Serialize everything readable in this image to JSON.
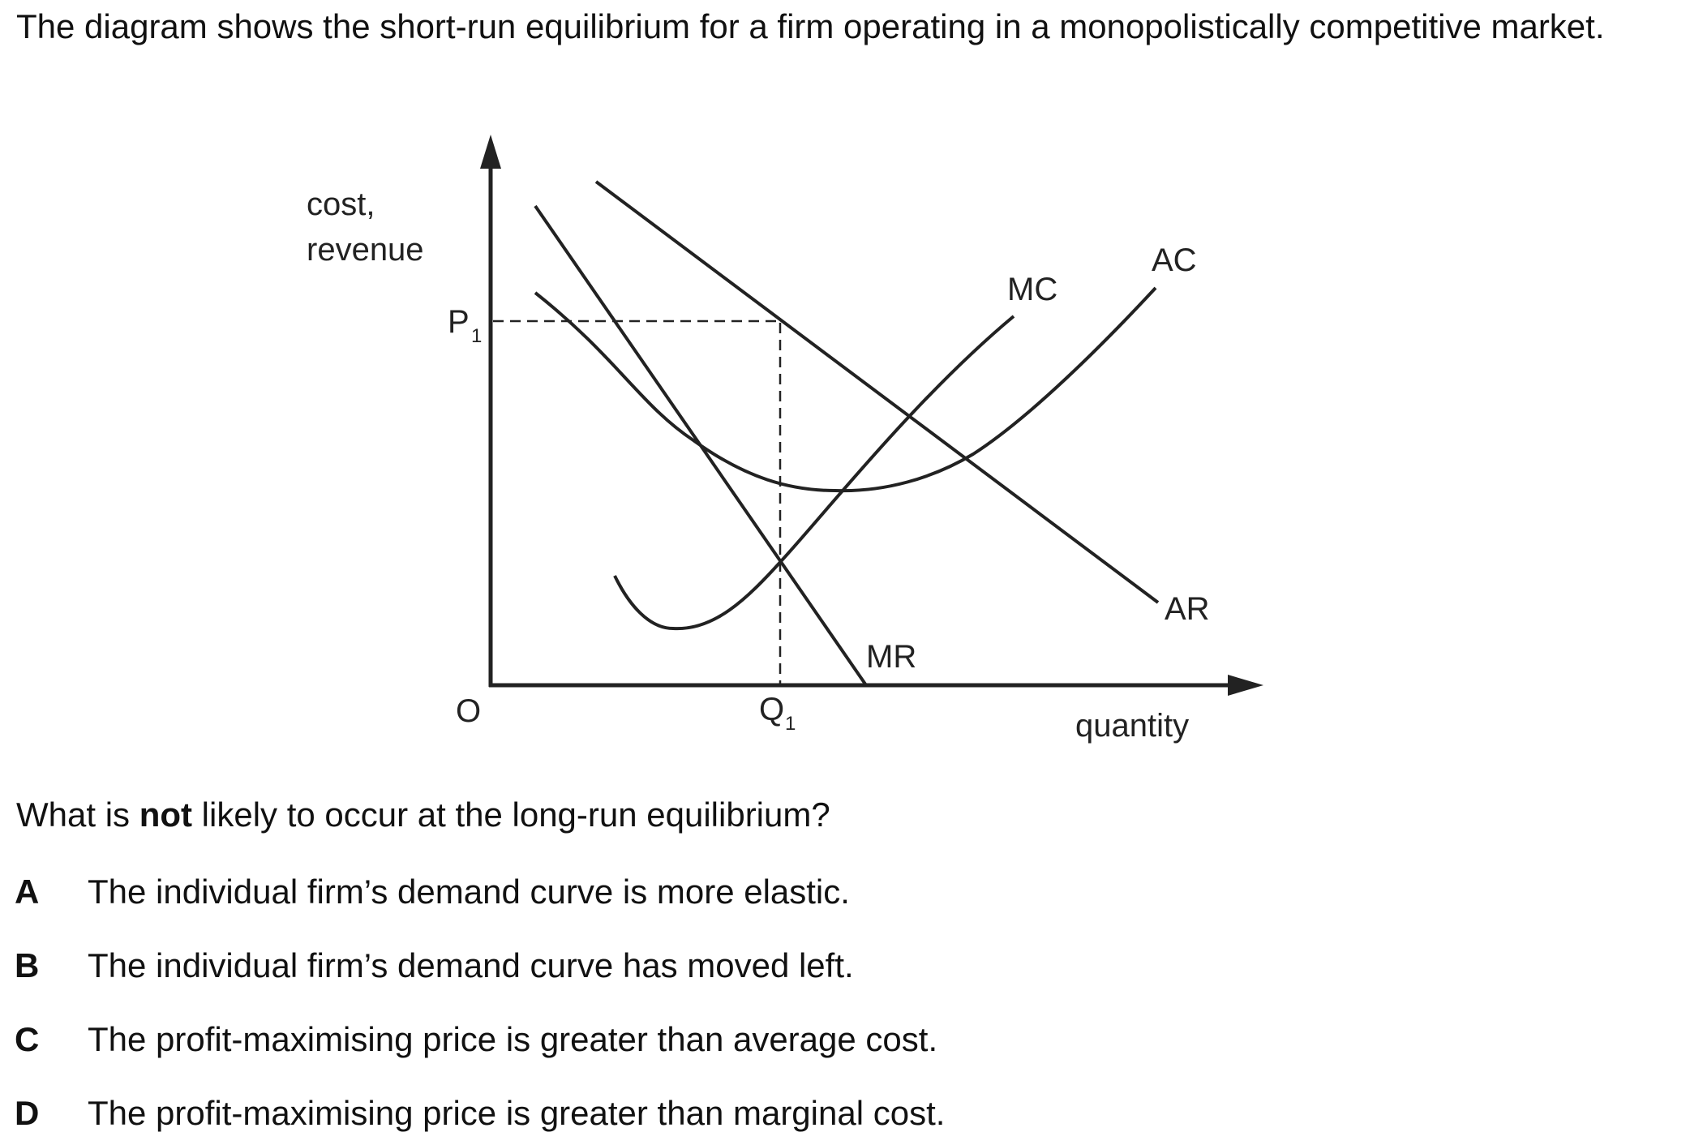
{
  "intro": "The diagram shows the short-run equilibrium for a firm operating in a monopolistically competitive market.",
  "diagram": {
    "y_axis_label_line1": "cost,",
    "y_axis_label_line2": "revenue",
    "x_axis_label": "quantity",
    "origin_label": "O",
    "price_label": "P",
    "price_subscript": "1",
    "quantity_label": "Q",
    "quantity_subscript": "1",
    "curves": {
      "mc": "MC",
      "ac": "AC",
      "ar": "AR",
      "mr": "MR"
    }
  },
  "question": {
    "prefix": "What is ",
    "emphasis": "not",
    "suffix": " likely to occur at the long-run equilibrium?"
  },
  "options": [
    {
      "letter": "A",
      "text": "The individual firm’s demand curve is more elastic."
    },
    {
      "letter": "B",
      "text": "The individual firm’s demand curve has moved left."
    },
    {
      "letter": "C",
      "text": "The profit-maximising price is greater than average cost."
    },
    {
      "letter": "D",
      "text": "The profit-maximising price is greater than marginal cost."
    }
  ]
}
